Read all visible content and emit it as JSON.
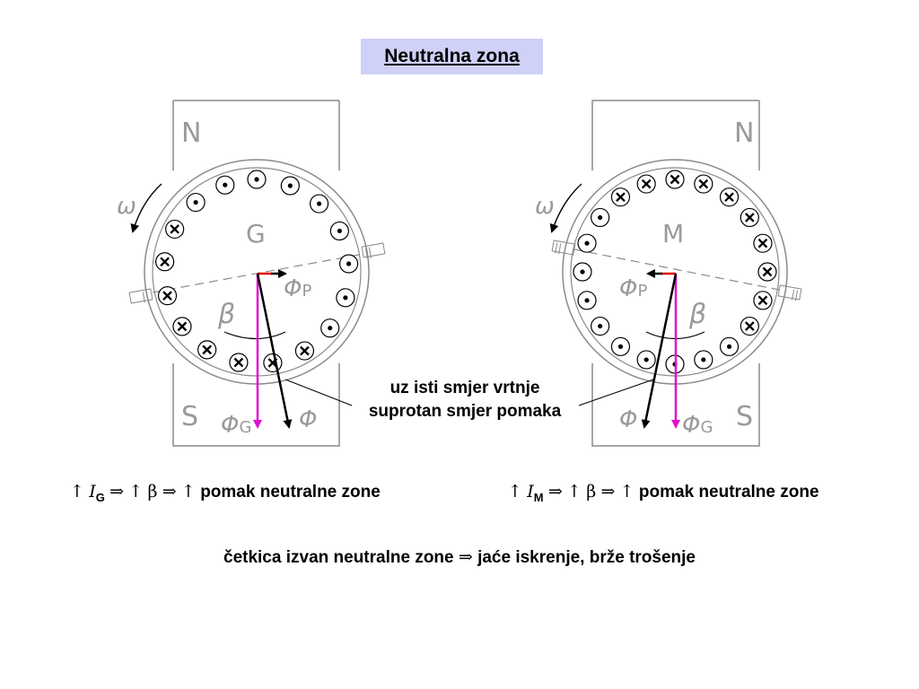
{
  "title": "Neutralna zona",
  "left_machine": {
    "pole_top": "N",
    "pole_bottom": "S",
    "rotor_letter": "G",
    "omega": "ω",
    "beta": "β",
    "phi_p": "Φ",
    "phi_p_sub": "P",
    "phi_g": "Φ",
    "phi_g_sub": "G",
    "phi": "Φ"
  },
  "right_machine": {
    "pole_top": "N",
    "pole_bottom": "S",
    "rotor_letter": "M",
    "omega": "ω",
    "beta": "β",
    "phi_p": "Φ",
    "phi_p_sub": "P",
    "phi_g": "Φ",
    "phi_g_sub": "G",
    "phi": "Φ"
  },
  "callout": {
    "line1": "uz isti smjer vrtnje",
    "line2": "suprotan smjer pomaka"
  },
  "formula_left": {
    "up": "↑",
    "var": "I",
    "sub": "G",
    "implies": "⇒",
    "beta": "β",
    "text": "pomak neutralne zone"
  },
  "formula_right": {
    "up": "↑",
    "var": "I",
    "sub": "M",
    "implies": "⇒",
    "beta": "β",
    "text": "pomak neutralne zone"
  },
  "note": {
    "part1": "četkica izvan neutralne zone",
    "implies": "⇒",
    "part2": "jaće iskrenje, brže trošenje"
  },
  "colors": {
    "title_bg": "#cfd1f7",
    "vector_magenta": "#e010d0",
    "vector_red": "#e00000",
    "outline_gray": "#8a8a8a"
  },
  "conductors_left": [
    "dot",
    "dot",
    "dot",
    "dot",
    "dot",
    "dot",
    "dot",
    "cross",
    "cross",
    "cross",
    "cross",
    "cross",
    "cross",
    "cross",
    "cross",
    "dot",
    "dot"
  ],
  "conductors_right": [
    "cross",
    "cross",
    "cross",
    "cross",
    "cross",
    "cross",
    "cross",
    "cross",
    "dot",
    "dot",
    "dot",
    "dot",
    "dot",
    "dot",
    "dot",
    "dot",
    "dot",
    "dot",
    "cross",
    "cross"
  ]
}
